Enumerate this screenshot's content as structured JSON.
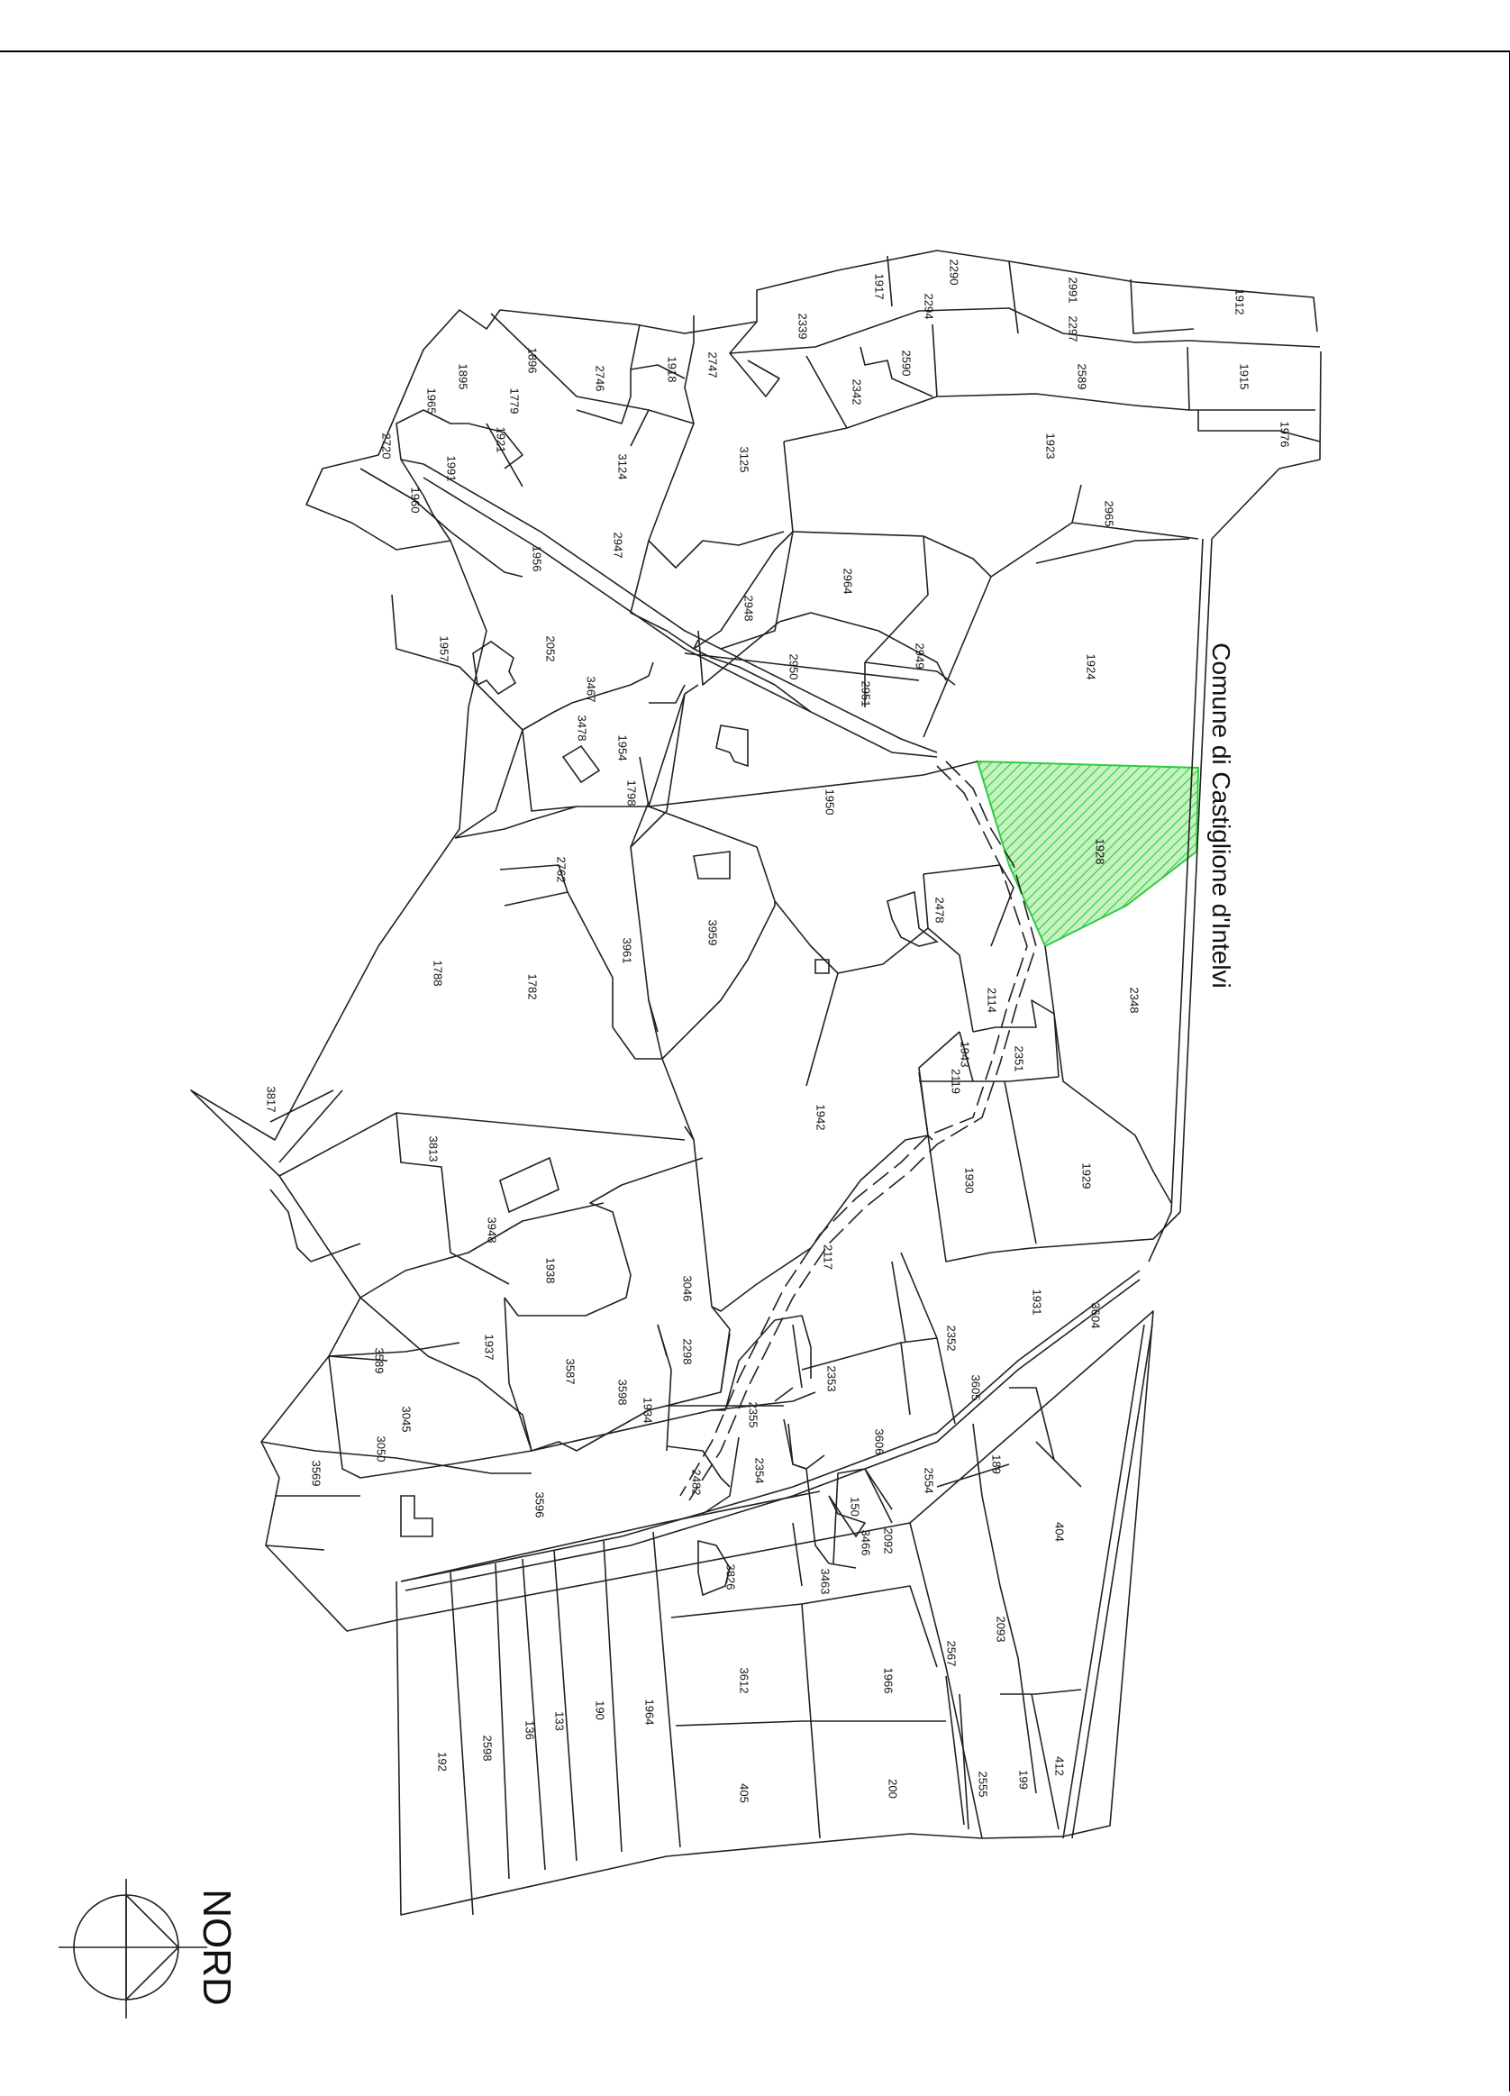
{
  "map": {
    "municipality_label": "Comune di Castiglione d'Intelvi",
    "north_label": "NORD",
    "highlight": {
      "parcel": "1928",
      "fill": "#2ecc40",
      "label_color": "#e0213b"
    },
    "parcels": [
      "1912",
      "2991",
      "2290",
      "1917",
      "2297",
      "2294",
      "2339",
      "1915",
      "2589",
      "2590",
      "2342",
      "2747",
      "1918",
      "2746",
      "1896",
      "1895",
      "1779",
      "1921",
      "1965",
      "2720",
      "1991",
      "1960",
      "3124",
      "3125",
      "1923",
      "1976",
      "2965",
      "2947",
      "1956",
      "2964",
      "2948",
      "2949",
      "2950",
      "2951",
      "1924",
      "1957",
      "2052",
      "3467",
      "3478",
      "1954",
      "1798",
      "1950",
      "1928",
      "2762",
      "3959",
      "3961",
      "1788",
      "1782",
      "2478",
      "2114",
      "2348",
      "1943",
      "2351",
      "2119",
      "1942",
      "3817",
      "3813",
      "1930",
      "1929",
      "3948",
      "1938",
      "3046",
      "2117",
      "1931",
      "3604",
      "2352",
      "3605",
      "2298",
      "3587",
      "1937",
      "3589",
      "2353",
      "3598",
      "3045",
      "1934",
      "3050",
      "2355",
      "3606",
      "3569",
      "2354",
      "2482",
      "189",
      "150",
      "2554",
      "3596",
      "404",
      "3466",
      "2092",
      "3826",
      "3463",
      "2093",
      "2567",
      "1966",
      "3612",
      "1964",
      "190",
      "133",
      "136",
      "2598",
      "192",
      "412",
      "199",
      "2555",
      "200",
      "405"
    ]
  }
}
